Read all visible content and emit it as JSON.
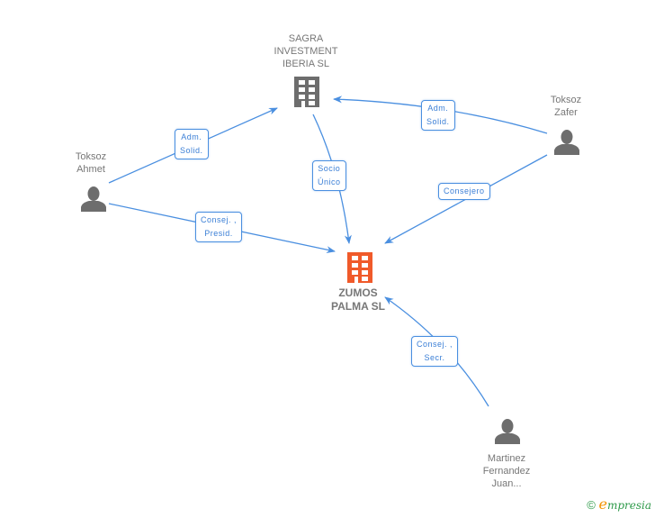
{
  "nodes": {
    "sagra": {
      "label": "SAGRA\nINVESTMENT\nIBERIA  SL",
      "type": "company",
      "color": "#6d6d6d"
    },
    "zumos": {
      "label": "ZUMOS\nPALMA SL",
      "type": "company-main",
      "color": "#f05a2a"
    },
    "ahmet": {
      "label": "Toksoz\nAhmet",
      "type": "person",
      "color": "#6d6d6d"
    },
    "zafer": {
      "label": "Toksoz\nZafer",
      "type": "person",
      "color": "#6d6d6d"
    },
    "martinez": {
      "label": "Martinez\nFernandez\nJuan...",
      "type": "person",
      "color": "#6d6d6d"
    }
  },
  "edges": {
    "ahmet_sagra": "Adm.\nSolid.",
    "zafer_sagra": "Adm.\nSolid.",
    "sagra_zumos": "Socio\nÚnico",
    "zafer_zumos": "Consejero",
    "ahmet_zumos": "Consej. ,\nPresid.",
    "martinez_zumos": "Consej. ,\nSecr."
  },
  "edge_color": "#4a8fe0",
  "footer": {
    "copyright_symbol": "©",
    "brand_initial": "e",
    "brand_rest": "mpresia"
  }
}
